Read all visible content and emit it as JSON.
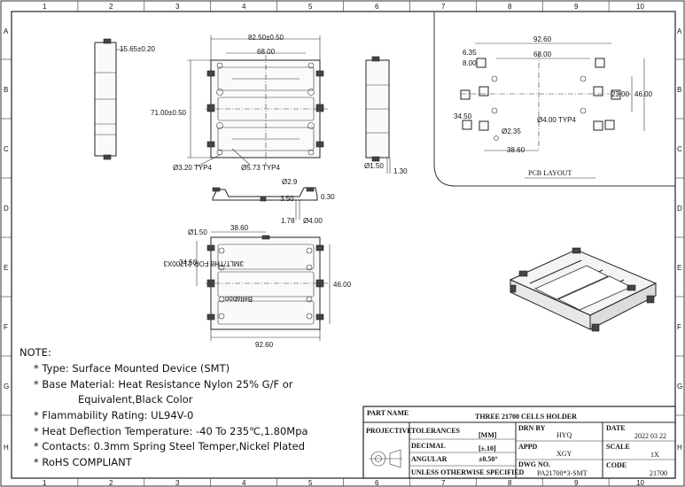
{
  "border": {
    "col_numbers": [
      "1",
      "2",
      "3",
      "4",
      "5",
      "6",
      "7",
      "8",
      "9",
      "10"
    ],
    "row_letters": [
      "A",
      "B",
      "C",
      "D",
      "E",
      "F",
      "G",
      "H"
    ]
  },
  "dims": {
    "side_thickness": "15.65±0.20",
    "top_width": "82.50±0.50",
    "top_inner": "68.00",
    "height": "71.00±0.50",
    "hole_small": "Ø3.20 TYP4",
    "hole_large": "Ø5.73 TYP4",
    "end_dia": "Ø1.50",
    "end_width": "1.30",
    "contact_w": "Ø2.9",
    "contact_thk": "0.30",
    "contact_len": "3.50",
    "contact_off": "1.78",
    "contact_hole": "Ø4.00",
    "bottom_dia": "Ø1.50",
    "bottom_38": "38.60",
    "bottom_34": "34.50",
    "bottom_46": "46.00",
    "bottom_92": "92.60"
  },
  "bottom_labels": {
    "marking": "3MLT/TH8 FOR 21700X3",
    "brand": "Bellaboo"
  },
  "pcb": {
    "w_92": "92.60",
    "w_68": "68.00",
    "d_635": "6.35",
    "d_800": "8.00",
    "d_23": "23.00",
    "d_46": "46.00",
    "d_3450": "34.50",
    "d_235": "Ø2.35",
    "d_400": "Ø4.00 TYP4",
    "d_3860": "38.60",
    "title": "PCB LAYOUT"
  },
  "notes": {
    "heading": "NOTE:",
    "items": [
      "* Type: Surface Mounted Device (SMT)",
      "* Base Material: Heat Resistance Nylon 25% G/F or",
      "Equivalent,Black Color",
      "* Flammability Rating: UL94V-0",
      "* Heat Deflection Temperature: -40 To 235℃,1.80Mpa",
      "* Contacts: 0.3mm Spring Steel Temper,Nickel Plated",
      "* RoHS COMPLIANT"
    ]
  },
  "title_block": {
    "part_name_label": "PART NAME",
    "part_name": "THREE 21700 CELLS HOLDER",
    "projective": "PROJECTIVE",
    "tolerances": "TOLERANCES",
    "mm": "[MM]",
    "decimal": "DECIMAL",
    "decimal_val": "[±.10]",
    "angular": "ANGULAR",
    "angular_val": "±0.50°",
    "unless": "UNLESS OTHERWISE SPECIFIED",
    "drn_by": "DRN BY",
    "drn_name": "HYQ",
    "appd": "APPD",
    "appd_name": "XGY",
    "dwg_no": "DWG NO.",
    "dwg_val": "PA21700*3-SMT",
    "date_label": "DATE",
    "date": "2022 03 22",
    "scale_label": "SCALE",
    "scale": "1X",
    "code_label": "CODE",
    "code": "21700"
  }
}
